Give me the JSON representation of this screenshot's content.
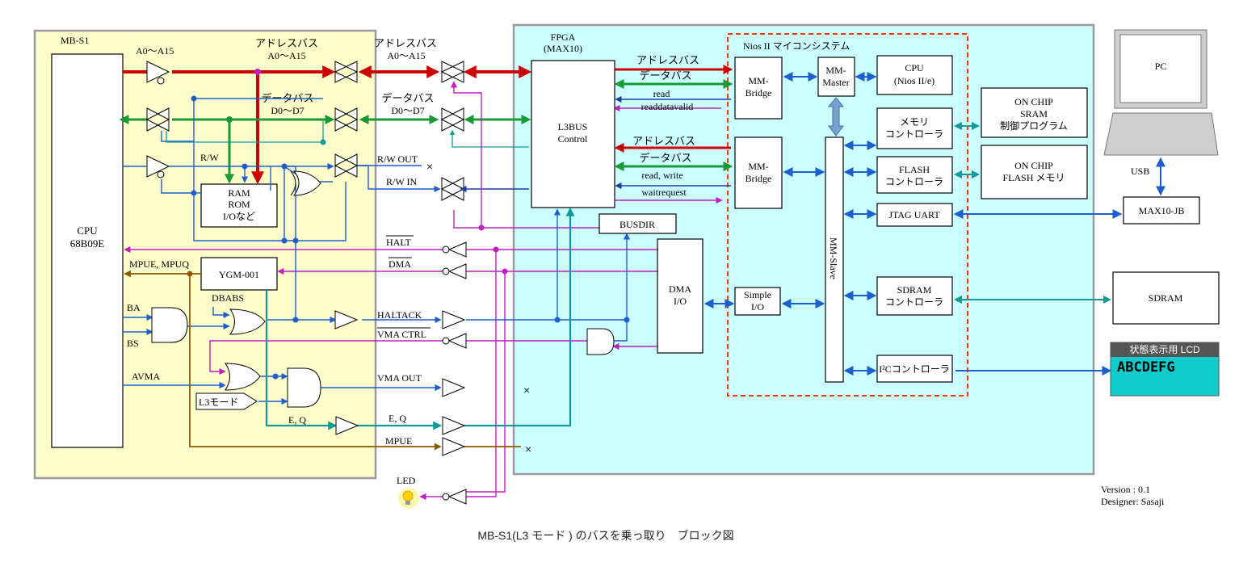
{
  "colors": {
    "address_bus": "#cc0000",
    "data_bus": "#1a9a35",
    "control": "#1e5fcf",
    "magenta": "#c020c0",
    "teal": "#109a9a",
    "brown": "#8b5a00",
    "fpga_fill": "#ccffff",
    "mbs1_fill": "#ffffcc",
    "nios_border": "#ff3300",
    "lcd_fill": "#11cccc",
    "lcd_header": "#555555"
  },
  "mbs1": {
    "title": "MB-S1",
    "cpu": "CPU",
    "cpu_model": "68B09E",
    "addr_label": "A0～A15",
    "addr_bus_title": "アドレスバス",
    "addr_bus_range": "A0～A15",
    "data_bus_title": "データバス",
    "data_bus_range": "D0～D7",
    "rw": "R/W",
    "ram": "RAM",
    "rom": "ROM",
    "io": "I/Oなど",
    "mpue_mpuq": "MPUE, MPUQ",
    "ygm": "YGM-001",
    "ba": "BA",
    "bs": "BS",
    "dbabs": "DBABS",
    "avma": "AVMA",
    "l3mode": "L3モード",
    "eq": "E, Q"
  },
  "signals": {
    "addr_bus_title": "アドレスバス",
    "addr_bus_range": "A0～A15",
    "data_bus_title": "データバス",
    "data_bus_range": "D0～D7",
    "rw_out": "R/W OUT",
    "rw_in": "R/W IN",
    "halt": "HALT",
    "dma": "DMA",
    "haltack": "HALTACK",
    "vma_ctrl": "VMA CTRL",
    "vma_out": "VMA OUT",
    "eq": "E, Q",
    "mpue": "MPUE",
    "led": "LED"
  },
  "fpga": {
    "title": "FPGA",
    "subtitle": "(MAX10)",
    "l3bus": "L3BUS",
    "control": "Control",
    "addr_bus": "アドレスバス",
    "data_bus": "データバス",
    "read": "read",
    "readdatavalid": "readdatavalid",
    "addr_bus2": "アドレスバス",
    "data_bus2": "データバス",
    "read_write": "read, write",
    "waitrequest": "waitrequest",
    "busdir": "BUSDIR",
    "dma": "DMA",
    "dma_io": "I/O"
  },
  "nios": {
    "title": "Nios II マイコンシステム",
    "mm_bridge": "MM-",
    "bridge": "Bridge",
    "mm": "MM-",
    "master": "Master",
    "mm_slave": "MM-Slave",
    "cpu": "CPU",
    "cpu_sub": "(Nios II/e)",
    "mem_ctrl_1": "メモリ",
    "mem_ctrl_2": "コントローラ",
    "flash": "FLASH",
    "flash_ctrl": "コントローラ",
    "jtag": "JTAG UART",
    "sdram": "SDRAM",
    "sdram_ctrl": "コントローラ",
    "i2c": "I²Cコントローラ",
    "simple": "Simple",
    "simple_io": "I/O"
  },
  "external": {
    "pc": "PC",
    "usb": "USB",
    "max10jb": "MAX10-JB",
    "onchip_sram_1": "ON CHIP",
    "onchip_sram_2": "SRAM",
    "onchip_sram_3": "制御プログラム",
    "onchip_flash_1": "ON CHIP",
    "onchip_flash_2": "FLASH メモリ",
    "sdram": "SDRAM",
    "lcd_title": "状態表示用 LCD",
    "lcd_text": "ABCDEFG"
  },
  "footer": {
    "version": "Version : 0.1",
    "designer": "Designer: Sasaji",
    "caption": "MB-S1(L3 モード ) のバスを乗っ取り　ブロック図"
  }
}
